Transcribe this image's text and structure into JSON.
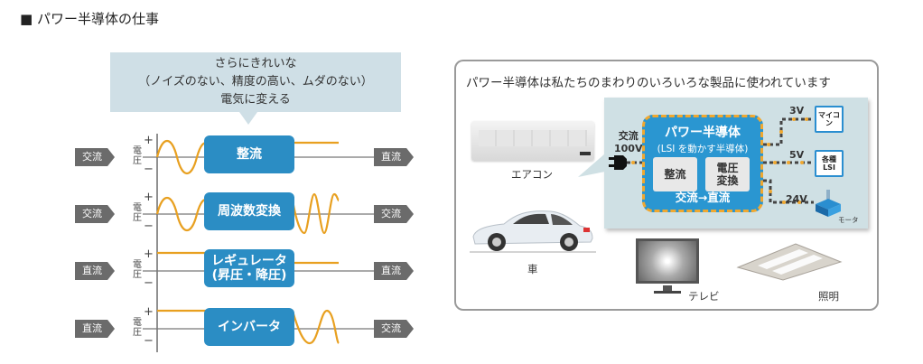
{
  "page_title": "■ パワー半導体の仕事",
  "left_diagram": {
    "callout": {
      "line1": "さらにきれいな",
      "line2": "（ノイズのない、精度の高い、ムダのない）",
      "line3": "電気に変える"
    },
    "axis_label_top": "電",
    "axis_label_bottom": "圧",
    "plus": "+",
    "minus": "−",
    "rows": [
      {
        "input": "交流",
        "function_line1": "整流",
        "function_line2": "",
        "output": "直流",
        "input_wave": "sine",
        "output_wave": "flat-positive"
      },
      {
        "input": "交流",
        "function_line1": "周波数変換",
        "function_line2": "",
        "output": "交流",
        "input_wave": "sine",
        "output_wave": "high-frequency-sine"
      },
      {
        "input": "直流",
        "function_line1": "レギュレータ",
        "function_line2": "(昇圧・降圧)",
        "output": "直流",
        "input_wave": "flat-high",
        "output_wave": "flat-lower"
      },
      {
        "input": "直流",
        "function_line1": "インバータ",
        "function_line2": "",
        "output": "交流",
        "input_wave": "flat-high",
        "output_wave": "sine"
      }
    ],
    "colors": {
      "block": "#2b8dc4",
      "wave": "#e8a020",
      "tag": "#6b6b6b",
      "callout": "#cfdfe6"
    }
  },
  "right_diagram": {
    "heading": "パワー半導体は私たちのまわりのいろいろな製品に使われています",
    "input_label_line1": "交流",
    "input_label_line2": "100V",
    "power_semiconductor": {
      "title": "パワー半導体",
      "subtitle": "(LSI を動かす半導体)",
      "box1": "整流",
      "box2_line1": "電圧",
      "box2_line2": "変換",
      "conversion": "交流→直流"
    },
    "outputs": [
      {
        "voltage": "3V",
        "device_line1": "マイコン",
        "device_line2": ""
      },
      {
        "voltage": "5V",
        "device_line1": "各種",
        "device_line2": "LSI"
      },
      {
        "voltage": "24V",
        "device_line1": "モータ",
        "device_line2": ""
      }
    ],
    "products": {
      "air_conditioner": "エアコン",
      "car": "車",
      "tv": "テレビ",
      "lighting": "照明"
    }
  }
}
